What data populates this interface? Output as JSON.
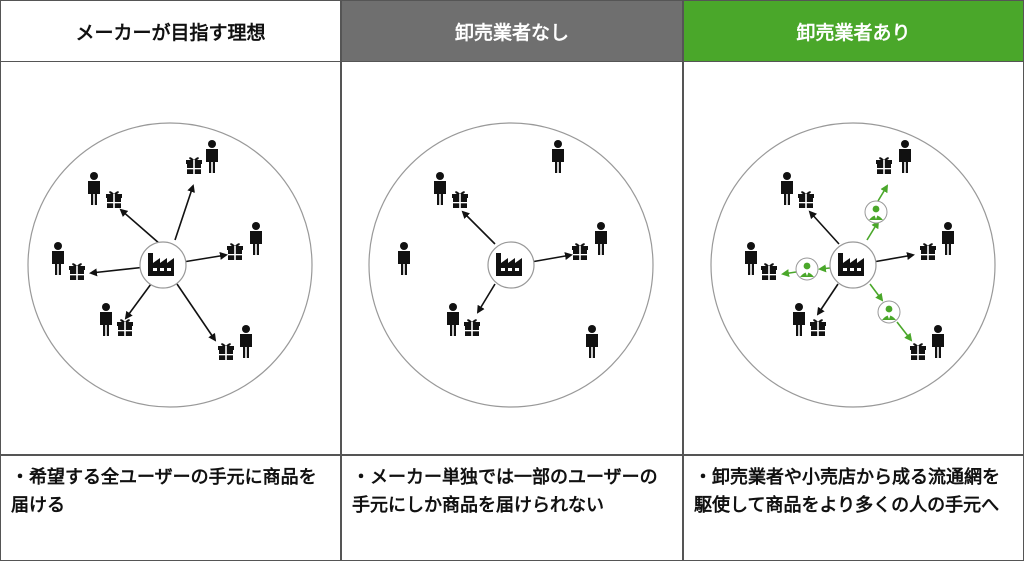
{
  "headers": [
    "メーカーが目指す理想",
    "卸売業者なし",
    "卸売業者あり"
  ],
  "notes": [
    "・希望する全ユーザーの手元に商品を届ける",
    "・メーカー単独では一部のユーザーの手元にしか商品を届けられない",
    "・卸売業者や小売店から成る流通網を駆使して商品をより多くの人の手元へ"
  ],
  "colors": {
    "header_gray": "#6f6f6f",
    "header_green": "#4aa72a",
    "arrow_black": "#111111",
    "arrow_green": "#4aa72a"
  },
  "icons": {
    "maker": "factory-icon",
    "user": "person-icon",
    "product": "gift-icon",
    "wholesaler": "businessman-icon"
  }
}
